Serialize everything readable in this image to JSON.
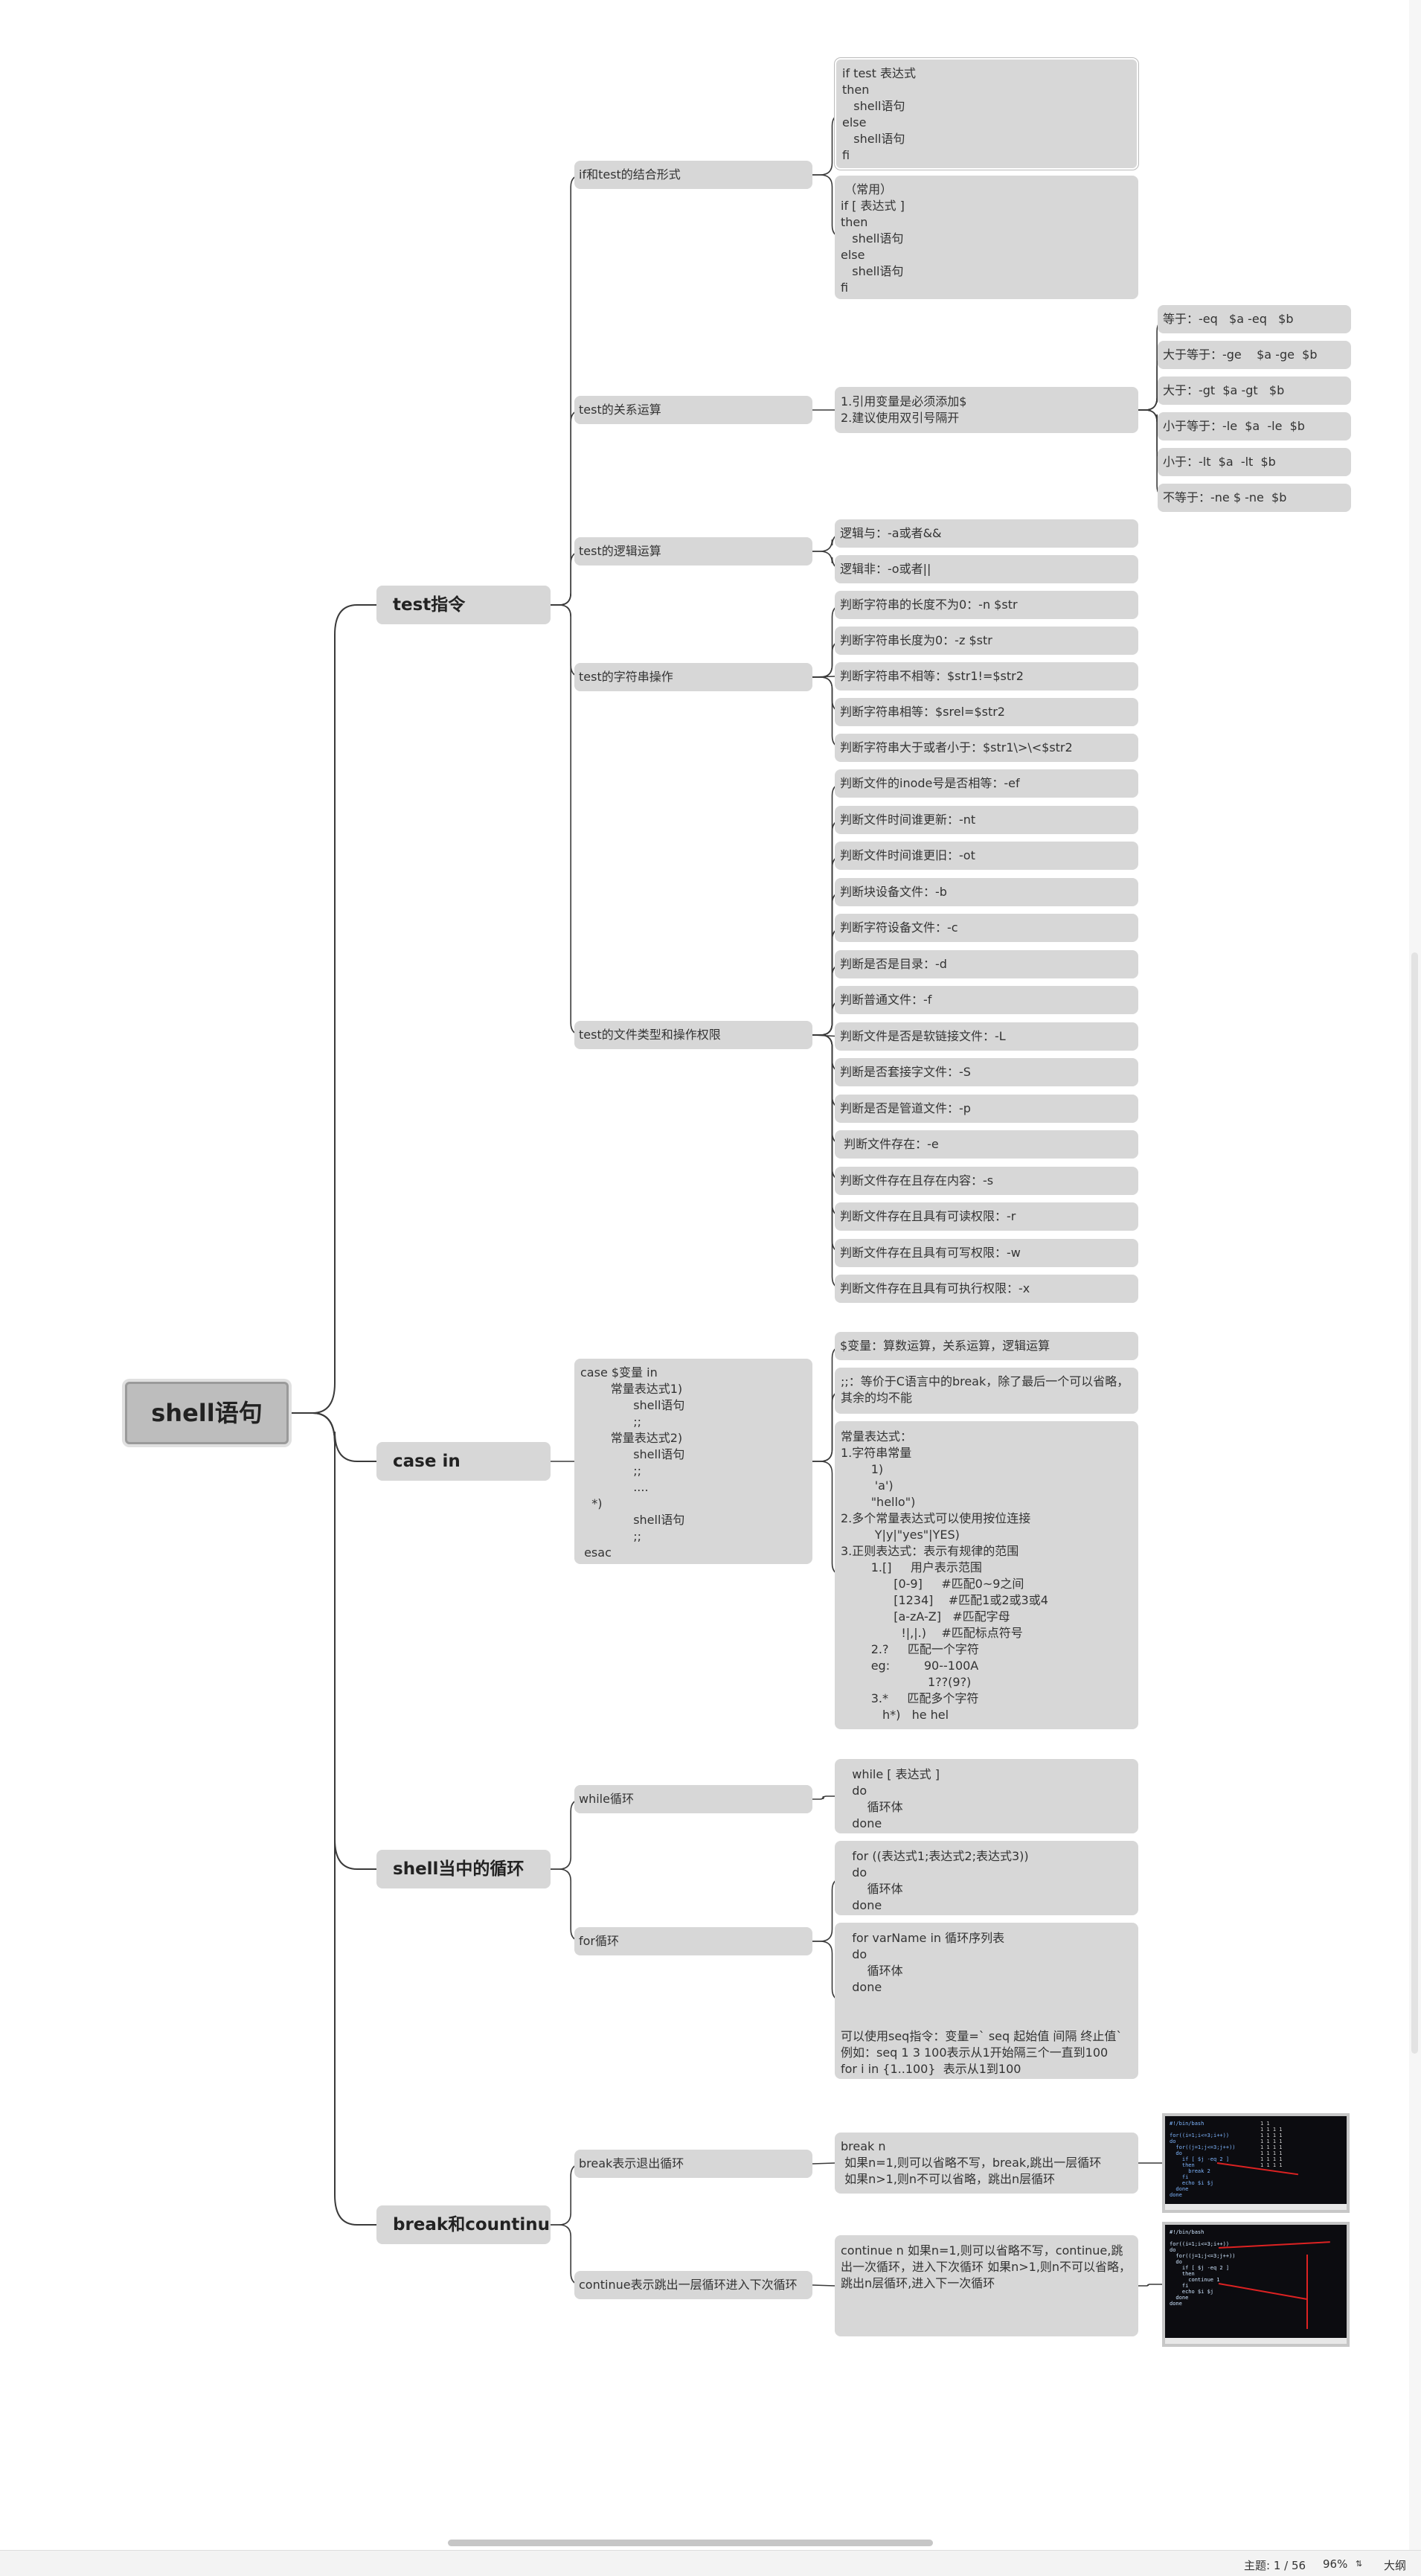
{
  "root": {
    "label": "shell语句"
  },
  "main": {
    "test": "test指令",
    "casein": "case in",
    "loop": "shell当中的循环",
    "brk": "break和countinue"
  },
  "sub": {
    "iftest": "if和test的结合形式",
    "relational": "test的关系运算",
    "logical": "test的逻辑运算",
    "stringop": "test的字符串操作",
    "filetype": "test的文件类型和操作权限",
    "case_syntax": "case $变量 in\n        常量表达式1)\n              shell语句\n              ;;\n        常量表达式2)\n              shell语句\n              ;;\n              ....\n   *)\n              shell语句\n              ;;\n esac",
    "while": "while循环",
    "for": "for循环",
    "break": "break表示退出循环",
    "continue": "continue表示跳出一层循环进入下次循环"
  },
  "iftest": {
    "form1": "if test 表达式\nthen\n   shell语句\nelse\n   shell语句\nfi",
    "form2": " （常用）\nif [ 表达式 ]\nthen\n   shell语句\nelse\n   shell语句\nfi"
  },
  "relational": {
    "note": "1.引用变量是必须添加$\n2.建议使用双引号隔开",
    "items": [
      "等于：-eq   $a -eq   $b",
      "大于等于：-ge    $a -ge  $b",
      "大于：-gt  $a -gt   $b",
      "小于等于：-le  $a  -le  $b",
      "小于：-lt  $a  -lt  $b",
      "不等于：-ne $ -ne  $b"
    ]
  },
  "logical": {
    "items": [
      "逻辑与：-a或者&&",
      "逻辑非：-o或者||"
    ]
  },
  "stringop": {
    "items": [
      "判断字符串的长度不为0：-n $str",
      "判断字符串长度为0：-z $str",
      "判断字符串不相等：$str1!=$str2",
      "判断字符串相等：$srel=$str2",
      "判断字符串大于或者小于：$str1\\>\\<$str2"
    ]
  },
  "filetype": {
    "items": [
      "判断文件的inode号是否相等：-ef",
      "判断文件时间谁更新：-nt",
      "判断文件时间谁更旧：-ot",
      "判断块设备文件：-b",
      "判断字符设备文件：-c",
      "判断是否是目录：-d",
      "判断普通文件：-f",
      "判断文件是否是软链接文件：-L",
      "判断是否套接字文件：-S",
      "判断是否是管道文件：-p",
      " 判断文件存在：-e",
      "判断文件存在且存在内容：-s",
      "判断文件存在且具有可读权限：-r",
      "判断文件存在且具有可写权限：-w",
      "判断文件存在且具有可执行权限：-x"
    ]
  },
  "casein": {
    "var": "$变量：算数运算，关系运算，逻辑运算",
    "semicolon": ";;：等价于C语言中的break，除了最后一个可以省略，其余的均不能",
    "constexpr": "常量表达式：\n1.字符串常量\n        1)\n         'a')\n        \"hello\")\n2.多个常量表达式可以使用按位连接\n         Y|y|\"yes\"|YES)\n3.正则表达式：表示有规律的范围\n        1.[]     用户表示范围\n              [0-9]     #匹配0~9之间\n              [1234]    #匹配1或2或3或4\n              [a-zA-Z]   #匹配字母\n                !|,|.)    #匹配标点符号\n        2.?     匹配一个字符\n        eg:         90--100A\n                       1??(9?)\n        3.*     匹配多个字符\n           h*)   he hel"
  },
  "loop": {
    "while_body": "   while [ 表达式 ]\n   do\n       循环体\n   done",
    "for1": "   for ((表达式1;表达式2;表达式3))\n   do\n       循环体\n   done",
    "for2": "   for varName in 循环序列表\n   do\n       循环体\n   done\n\n\n可以使用seq指令：变量=` seq 起始值 间隔 终止值`\n例如：seq 1 3 100表示从1开始隔三个一直到100\nfor i in {1..100}  表示从1到100"
  },
  "brk": {
    "break_text": "break n\n 如果n=1,则可以省略不写，break,跳出一层循环\n 如果n>1,则n不可以省略，跳出n层循环",
    "continue_text": "continue n\n如果n=1,则可以省略不写，continue,跳出一次循环，进入下次循环\n如果n>1,则n不可以省略，跳出n层循环,进入下一次循环"
  },
  "statusbar": {
    "theme": "主题: 1 / 56",
    "zoom": "96%",
    "zoom_icon": "zoom-stepper-icon",
    "size": "大纲"
  },
  "colors": {
    "node": "#d7d7d7",
    "root": "#bdbdbd",
    "line": "#3a3a3a",
    "background": "#ffffff"
  }
}
